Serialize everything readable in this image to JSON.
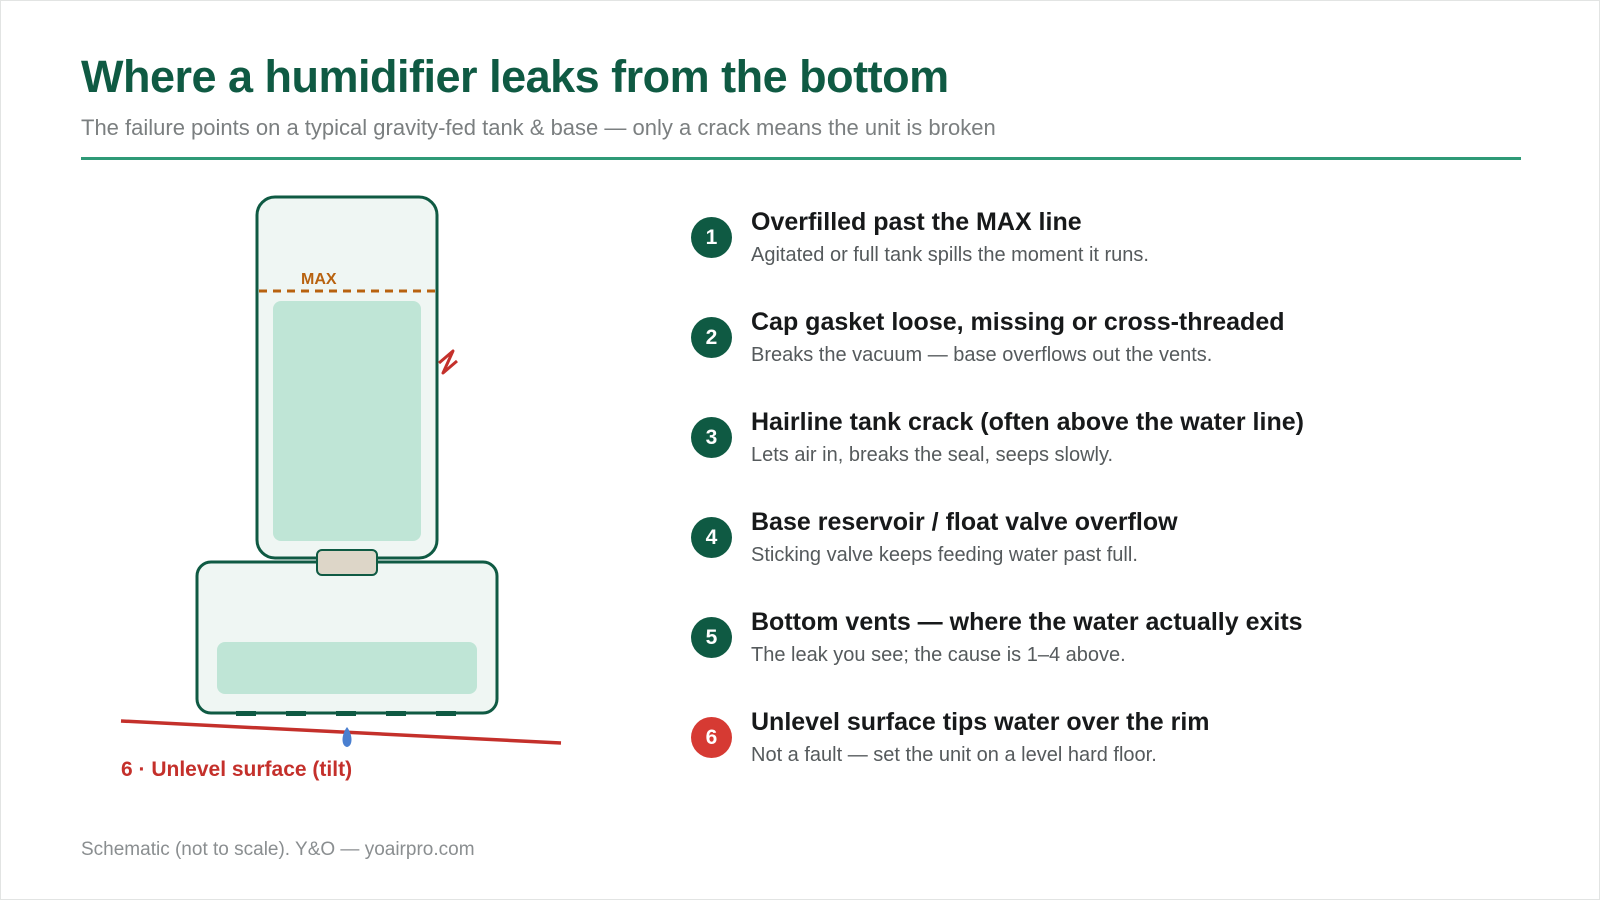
{
  "title": "Where a humidifier leaks from the bottom",
  "subtitle": "The failure points on a typical gravity-fed tank & base — only a crack means the unit is broken",
  "diagram": {
    "max_label": "MAX",
    "tilt_label": "6 · Unlevel surface (tilt)",
    "colors": {
      "outline": "#0f5a43",
      "body_fill": "#eff6f3",
      "water": "#bfe5d6",
      "max_line": "#b8620f",
      "crack": "#c4302b",
      "valve": "#ddd6c8",
      "floor": "#c4302b",
      "drip": "#4a7fd0"
    }
  },
  "failure_points": [
    {
      "number": "1",
      "title": "Overfilled past the MAX line",
      "description": "Agitated or full tank spills the moment it runs.",
      "color": "#0f5a43"
    },
    {
      "number": "2",
      "title": "Cap gasket loose, missing or cross-threaded",
      "description": "Breaks the vacuum — base overflows out the vents.",
      "color": "#0f5a43"
    },
    {
      "number": "3",
      "title": "Hairline tank crack (often above the water line)",
      "description": "Lets air in, breaks the seal, seeps slowly.",
      "color": "#0f5a43"
    },
    {
      "number": "4",
      "title": "Base reservoir / float valve overflow",
      "description": "Sticking valve keeps feeding water past full.",
      "color": "#0f5a43"
    },
    {
      "number": "5",
      "title": "Bottom vents — where the water actually exits",
      "description": "The leak you see; the cause is 1–4 above.",
      "color": "#0f5a43"
    },
    {
      "number": "6",
      "title": "Unlevel surface tips water over the rim",
      "description": "Not a fault — set the unit on a level hard floor.",
      "color": "#d63a33"
    }
  ],
  "footer": "Schematic (not to scale). Y&O — yoairpro.com"
}
